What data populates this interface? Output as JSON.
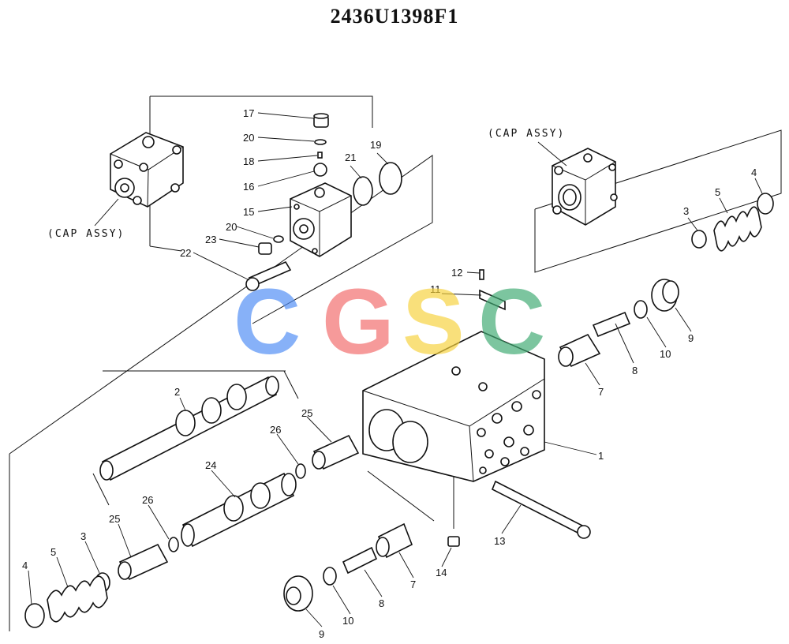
{
  "title": "2436U1398F1",
  "cap_assy_left": "(CAP ASSY)",
  "cap_assy_right": "(CAP ASSY)",
  "watermark": {
    "letters": [
      "C",
      "G",
      "S",
      "C"
    ],
    "colors": [
      "#4f8df5",
      "#f26b6b",
      "#f7d23d",
      "#3faa72"
    ]
  },
  "callouts": {
    "c1": "1",
    "c2": "2",
    "c3a": "3",
    "c3b": "3",
    "c4a": "4",
    "c4b": "4",
    "c5a": "5",
    "c5b": "5",
    "c7a": "7",
    "c7b": "7",
    "c8a": "8",
    "c8b": "8",
    "c9a": "9",
    "c9b": "9",
    "c10a": "10",
    "c10b": "10",
    "c11": "11",
    "c12": "12",
    "c13": "13",
    "c14": "14",
    "c15": "15",
    "c16": "16",
    "c17": "17",
    "c18": "18",
    "c19": "19",
    "c20a": "20",
    "c20b": "20",
    "c21": "21",
    "c22": "22",
    "c23": "23",
    "c24": "24",
    "c25a": "25",
    "c25b": "25",
    "c26a": "26",
    "c26b": "26"
  }
}
